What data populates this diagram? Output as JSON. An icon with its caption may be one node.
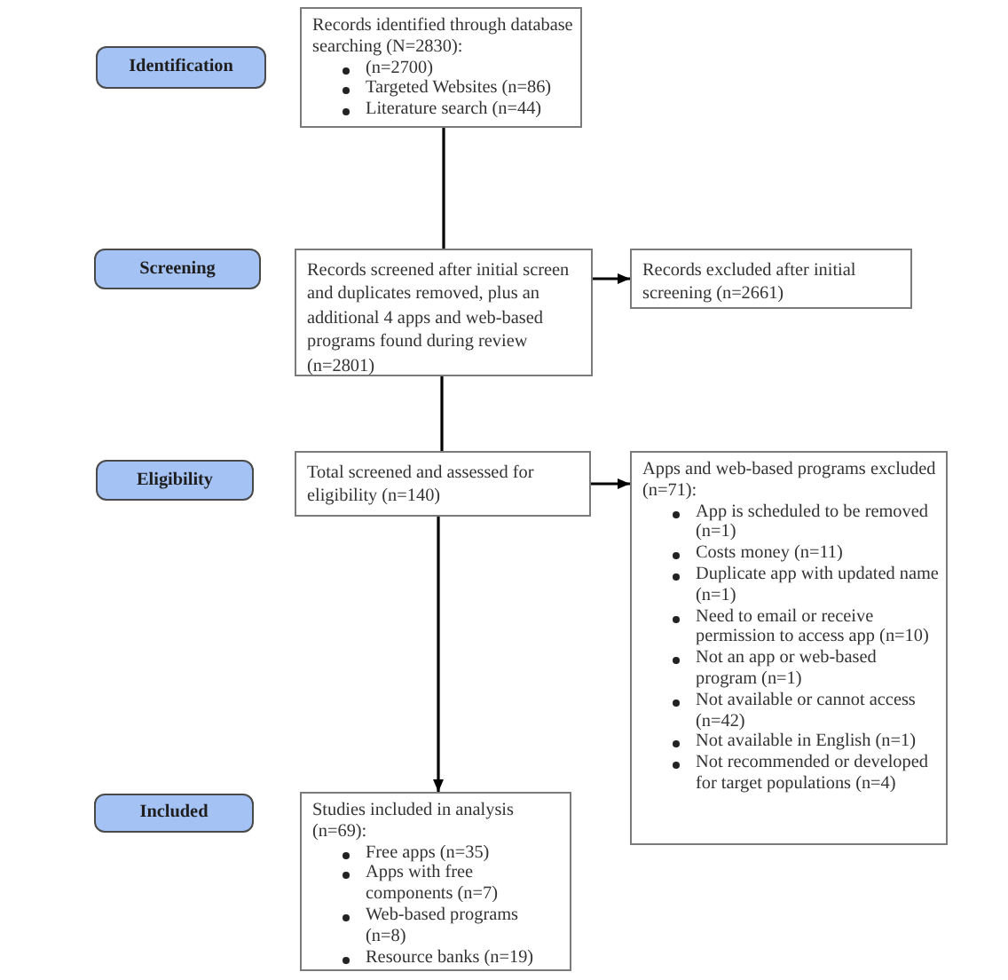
{
  "diagram": {
    "nodes": [
      {
        "text": [
          "Identification"
        ]
      },
      {
        "text": [
          "Records identified through database searching (N=2830):",
          "(n=2700)",
          "Targeted Websites (n=86)",
          "Literature search (n=44)"
        ]
      },
      {
        "text": [
          "Screening"
        ]
      },
      {
        "text": [
          "Records screened after initial screen and duplicates removed, plus an additional 4 apps and web-based programs found during review (n=2801)"
        ]
      },
      {
        "text": [
          "Records excluded after initial screening (n=2661)"
        ]
      },
      {
        "text": [
          "Eligibility"
        ]
      },
      {
        "text": [
          "Total screened and assessed for eligibility (n=140)"
        ]
      },
      {
        "text": [
          "Apps and web-based programs excluded (n=71):",
          "App is scheduled to be removed (n=1)",
          "Costs money (n=11)",
          "Duplicate app with updated name (n=1)",
          "Need to email or receive permission to access app (n=10)",
          "Not an app or web-based program (n=1)",
          "Not available or cannot access (n=42)",
          "Not available in English (n=1)",
          "Not recommended or developed for target populations (n=4)"
        ]
      },
      {
        "text": [
          "Included"
        ]
      },
      {
        "text": [
          "Studies included in analysis (n=69):",
          "Free apps (n=35)",
          "Apps with free components (n=7)",
          "Web-based programs (n=8)",
          "Resource banks (n=19)"
        ]
      }
    ],
    "edges": [
      {
        "from": 1,
        "to": 3,
        "arrow": "none"
      },
      {
        "from": 3,
        "to": 6,
        "arrow": "none"
      },
      {
        "from": 6,
        "to": 9,
        "arrow": "to"
      },
      {
        "from": 3,
        "to": 4,
        "arrow": "to"
      },
      {
        "from": 6,
        "to": 7,
        "arrow": "to"
      }
    ]
  }
}
